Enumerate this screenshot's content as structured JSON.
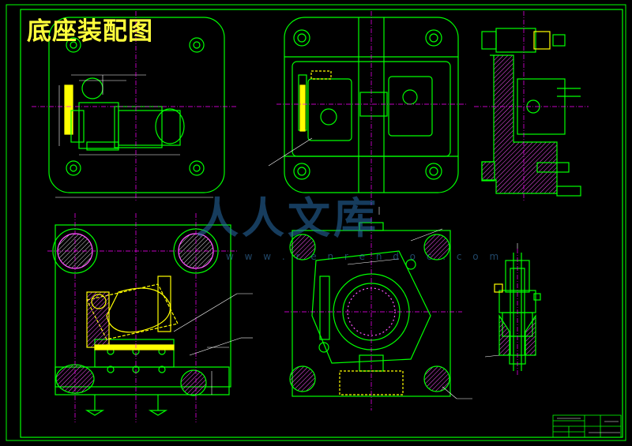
{
  "drawing": {
    "title": "底座装配图",
    "watermark": {
      "text": "人人文库",
      "url": "w w w . r e n r e n d o c . c o m"
    },
    "colors": {
      "background": "#000000",
      "part_outline": "#00ff00",
      "centerline": "#ff00ff",
      "dimension": "#ffffff",
      "highlight": "#ffff00",
      "hatch": "#ff55ff",
      "title_text": "#ffff3c",
      "watermark": "#2a6eaa"
    }
  }
}
